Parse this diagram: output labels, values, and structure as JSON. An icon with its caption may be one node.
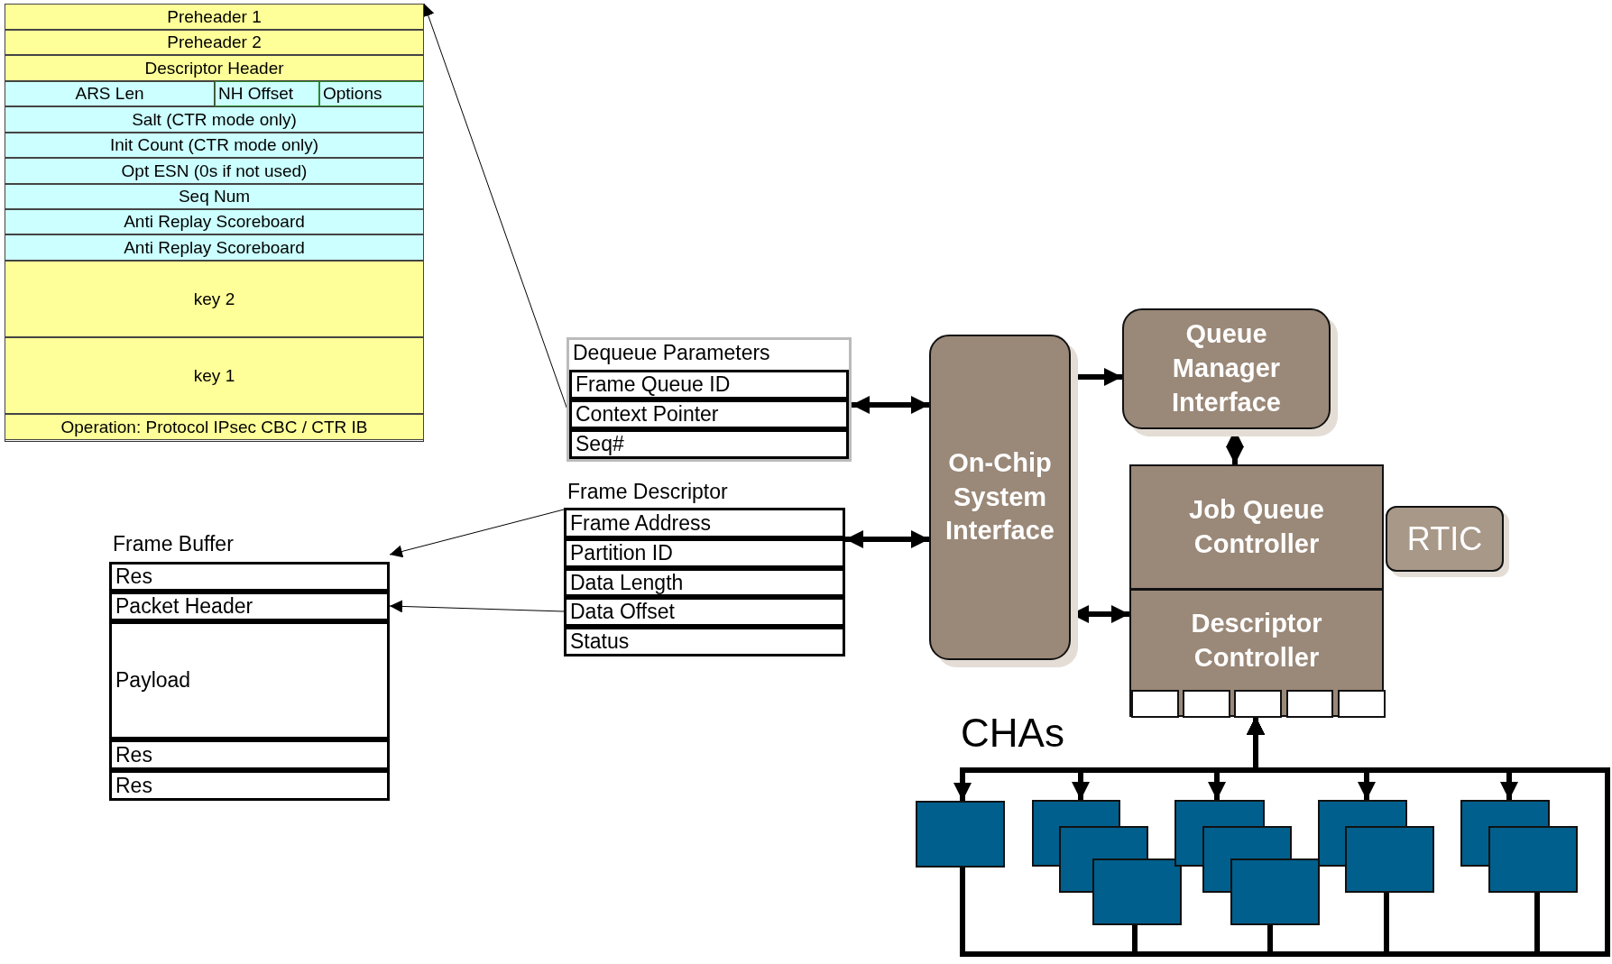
{
  "diagram": {
    "nodes": [
      {
        "text": [],
        "shape": "box"
      },
      {
        "text": [
          "Preheader 1"
        ],
        "in": 0
      },
      {
        "text": [
          "Preheader 2"
        ],
        "in": 0
      },
      {
        "text": [
          "Descriptor Header"
        ],
        "in": 0
      },
      {
        "text": [
          "ARS Len"
        ],
        "in": 0
      },
      {
        "text": [
          "NH Offset"
        ],
        "in": 0
      },
      {
        "text": [
          "Options"
        ],
        "in": 0
      },
      {
        "text": [
          "Salt (CTR mode only)"
        ],
        "in": 0
      },
      {
        "text": [
          "Init Count (CTR mode only)"
        ],
        "in": 0
      },
      {
        "text": [
          "Opt ESN (0s if not used)"
        ],
        "in": 0
      },
      {
        "text": [
          "Seq Num"
        ],
        "in": 0
      },
      {
        "text": [
          "Anti Replay Scoreboard"
        ],
        "in": 0
      },
      {
        "text": [
          "Anti Replay Scoreboard"
        ],
        "in": 0
      },
      {
        "text": [
          "key 2"
        ],
        "in": 0
      },
      {
        "text": [
          "key 1"
        ],
        "in": 0
      },
      {
        "text": [
          "Operation: Protocol IPsec CBC / CTR IB"
        ],
        "in": 0
      },
      {
        "text": [
          "Dequeue Parameters"
        ]
      },
      {
        "text": [
          "Frame Queue ID"
        ],
        "in": 16
      },
      {
        "text": [
          "Context Pointer"
        ],
        "in": 16
      },
      {
        "text": [
          "Seq#"
        ],
        "in": 16
      },
      {
        "text": [
          "Frame Descriptor"
        ]
      },
      {
        "text": [
          "Frame Address"
        ],
        "in": 20
      },
      {
        "text": [
          "Partition ID"
        ],
        "in": 20
      },
      {
        "text": [
          "Data Length"
        ],
        "in": 20
      },
      {
        "text": [
          "Data Offset"
        ],
        "in": 20
      },
      {
        "text": [
          "Status"
        ],
        "in": 20
      },
      {
        "text": [
          "Frame Buffer"
        ]
      },
      {
        "text": [
          "Res"
        ],
        "in": 26
      },
      {
        "text": [
          "Packet Header"
        ],
        "in": 26
      },
      {
        "text": [
          "Payload"
        ],
        "in": 26
      },
      {
        "text": [
          "Res"
        ],
        "in": 26
      },
      {
        "text": [
          "Res"
        ],
        "in": 26
      },
      {
        "text": [
          "On-Chip System Interface"
        ]
      },
      {
        "text": [
          "Queue Manager Interface"
        ]
      },
      {
        "text": [
          "Job Queue Controller"
        ]
      },
      {
        "text": [
          "RTIC"
        ]
      },
      {
        "text": [
          "Descriptor Controller"
        ]
      },
      {
        "text": [],
        "shape": "box",
        "in": 36
      },
      {
        "text": [],
        "shape": "box",
        "in": 36
      },
      {
        "text": [],
        "shape": "box",
        "in": 36
      },
      {
        "text": [],
        "shape": "box",
        "in": 36
      },
      {
        "text": [],
        "shape": "box",
        "in": 36
      },
      {
        "text": [],
        "shape": "box"
      },
      {
        "text": [],
        "shape": "box"
      },
      {
        "text": [],
        "shape": "box"
      },
      {
        "text": [],
        "shape": "box"
      },
      {
        "text": [],
        "shape": "box"
      }
    ],
    "edges": [
      {
        "from": 18,
        "to": 0,
        "arrow": "to"
      },
      {
        "from": 20,
        "to": 26,
        "arrow": "to"
      },
      {
        "from": 24,
        "to": 28,
        "arrow": "to"
      },
      {
        "from": 32,
        "to": 16,
        "arrow": "both"
      },
      {
        "from": 32,
        "to": 20,
        "arrow": "both"
      },
      {
        "from": 32,
        "to": 33,
        "arrow": "to"
      },
      {
        "from": 33,
        "to": 34,
        "arrow": "both"
      },
      {
        "from": 32,
        "to": 36,
        "arrow": "both"
      },
      {
        "from": 39,
        "to": 42,
        "arrow": "both"
      },
      {
        "from": 39,
        "to": 43,
        "arrow": "both"
      },
      {
        "from": 39,
        "to": 44,
        "arrow": "both"
      },
      {
        "from": 39,
        "to": 45,
        "arrow": "both"
      },
      {
        "from": 39,
        "to": 46,
        "arrow": "both"
      },
      {
        "from": 42,
        "to": 39,
        "arrow": "to"
      },
      {
        "from": 43,
        "to": 39,
        "arrow": "to"
      },
      {
        "from": 44,
        "to": 39,
        "arrow": "to"
      },
      {
        "from": 45,
        "to": 39,
        "arrow": "to"
      },
      {
        "from": 46,
        "to": 39,
        "arrow": "to"
      }
    ],
    "labels": [
      "CHAs"
    ]
  }
}
